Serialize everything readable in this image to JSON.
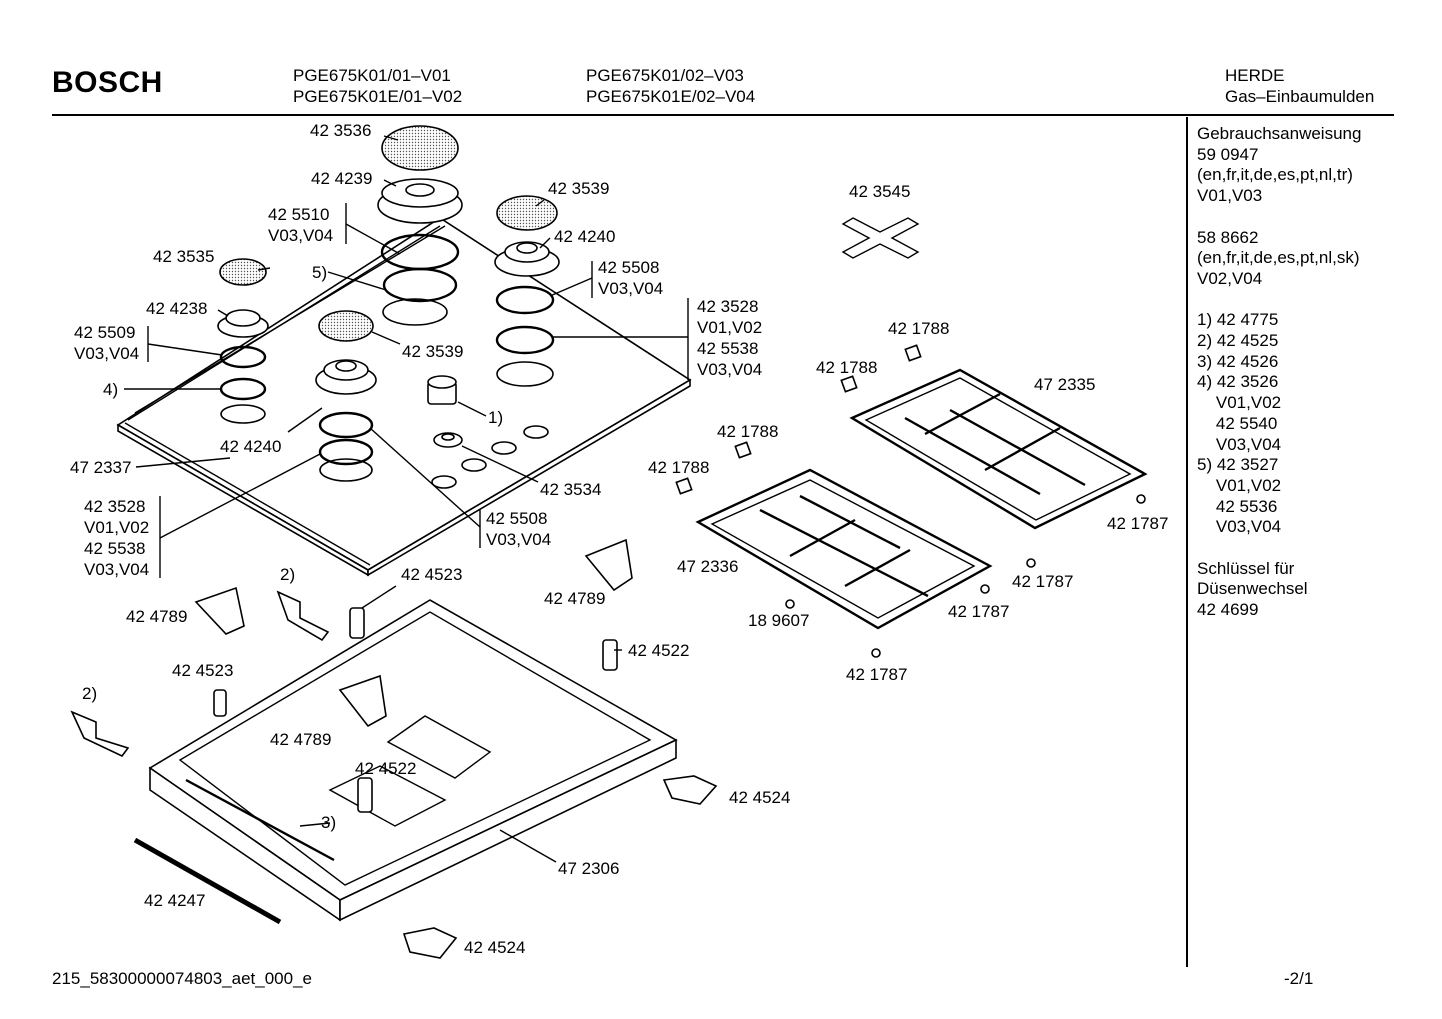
{
  "header": {
    "brand": "BOSCH",
    "model_col1": [
      "PGE675K01/01–V01",
      "PGE675K01E/01–V02"
    ],
    "model_col2": [
      "PGE675K01/02–V03",
      "PGE675K01E/02–V04"
    ],
    "category": [
      "HERDE",
      "Gas–Einbaumulden"
    ]
  },
  "sidebar": {
    "lines": [
      "Gebrauchsanweisung",
      "59 0947",
      "(en,fr,it,de,es,pt,nl,tr)",
      "V01,V03",
      "",
      "58 8662",
      "(en,fr,it,de,es,pt,nl,sk)",
      "V02,V04",
      "",
      "1) 42 4775",
      "2) 42 4525",
      "3) 42 4526",
      "4) 42 3526",
      "    V01,V02",
      "    42 5540",
      "    V03,V04",
      "5) 42 3527",
      "    V01,V02",
      "    42 5536",
      "    V03,V04",
      "",
      "Schlüssel für",
      "Düsenwechsel",
      "42 4699"
    ]
  },
  "labels": {
    "l01": "42 3536",
    "l02": "42 4239",
    "l03": "42 5510",
    "l04": "V03,V04",
    "l05": "42 3539",
    "l06": "42 4240",
    "l07": "42 3535",
    "l08": "5)",
    "l09": "42 5508",
    "l10": "V03,V04",
    "l11": "42 4238",
    "l12": "42 3528",
    "l13": "V01,V02",
    "l14": "42 5538",
    "l15": "V03,V04",
    "l16": "42 5509",
    "l17": "V03,V04",
    "l18": "42 3539",
    "l19": "4)",
    "l20": "1)",
    "l21": "42 4240",
    "l22": "47 2337",
    "l23": "42 3534",
    "l24": "42 3528",
    "l25": "V01,V02",
    "l26": "42 5538",
    "l27": "V03,V04",
    "l28": "42 5508",
    "l29": "V03,V04",
    "l30": "42 3545",
    "l31": "42 1788",
    "l32": "42 1788",
    "l33": "47 2335",
    "l34": "42 1788",
    "l35": "42 1788",
    "l36": "42 1787",
    "l37": "47 2336",
    "l38": "42 1787",
    "l39": "42 1787",
    "l40": "18 9607",
    "l41": "42 1787",
    "l42": "2)",
    "l43": "42 4523",
    "l44": "42 4789",
    "l45": "42 4789",
    "l46": "42 4522",
    "l47": "42 4523",
    "l48": "2)",
    "l49": "42 4789",
    "l50": "42 4522",
    "l51": "3)",
    "l52": "42 4524",
    "l53": "47 2306",
    "l54": "42 4247",
    "l55": "42 4524"
  },
  "footer": {
    "doc_id": "215_58300000074803_aet_000_e",
    "page": "-2/1"
  }
}
